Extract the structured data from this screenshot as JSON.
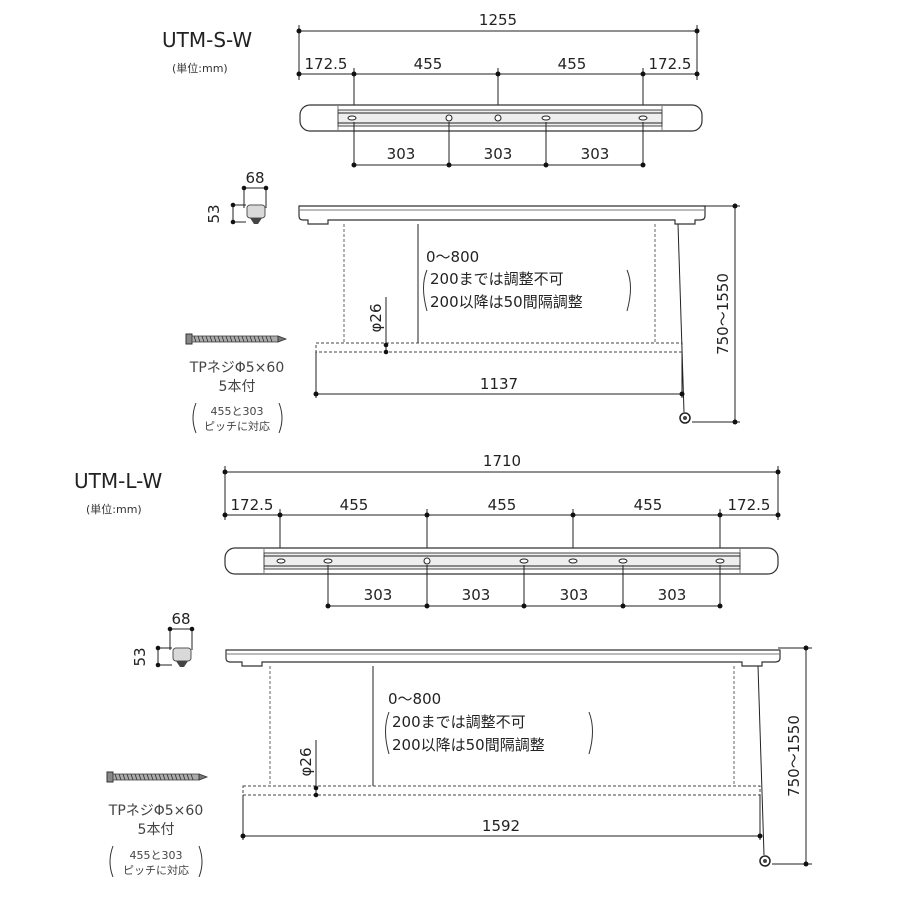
{
  "models": [
    {
      "title": "UTM-S-W",
      "unit": "(単位:mm)",
      "overall": "1255",
      "top_dims": [
        "172.5",
        "455",
        "455",
        "172.5"
      ],
      "bottom_dims": [
        "303",
        "303",
        "303"
      ],
      "bracket_w": "68",
      "bracket_h": "53",
      "range_line1": "0～800",
      "range_line2": "200までは調整不可",
      "range_line3": "200以降は50間隔調整",
      "pole_dia": "φ26",
      "bar_width": "1137",
      "height_range": "750～1550",
      "screw_line1": "TPネジΦ5×60",
      "screw_line2": "5本付",
      "screw_line3": "455と303",
      "screw_line4": "ピッチに対応"
    },
    {
      "title": "UTM-L-W",
      "unit": "(単位:mm)",
      "overall": "1710",
      "top_dims": [
        "172.5",
        "455",
        "455",
        "455",
        "172.5"
      ],
      "bottom_dims": [
        "303",
        "303",
        "303",
        "303"
      ],
      "bracket_w": "68",
      "bracket_h": "53",
      "range_line1": "0～800",
      "range_line2": "200までは調整不可",
      "range_line3": "200以降は50間隔調整",
      "pole_dia": "φ26",
      "bar_width": "1592",
      "height_range": "750～1550",
      "screw_line1": "TPネジΦ5×60",
      "screw_line2": "5本付",
      "screw_line3": "455と303",
      "screw_line4": "ピッチに対応"
    }
  ]
}
